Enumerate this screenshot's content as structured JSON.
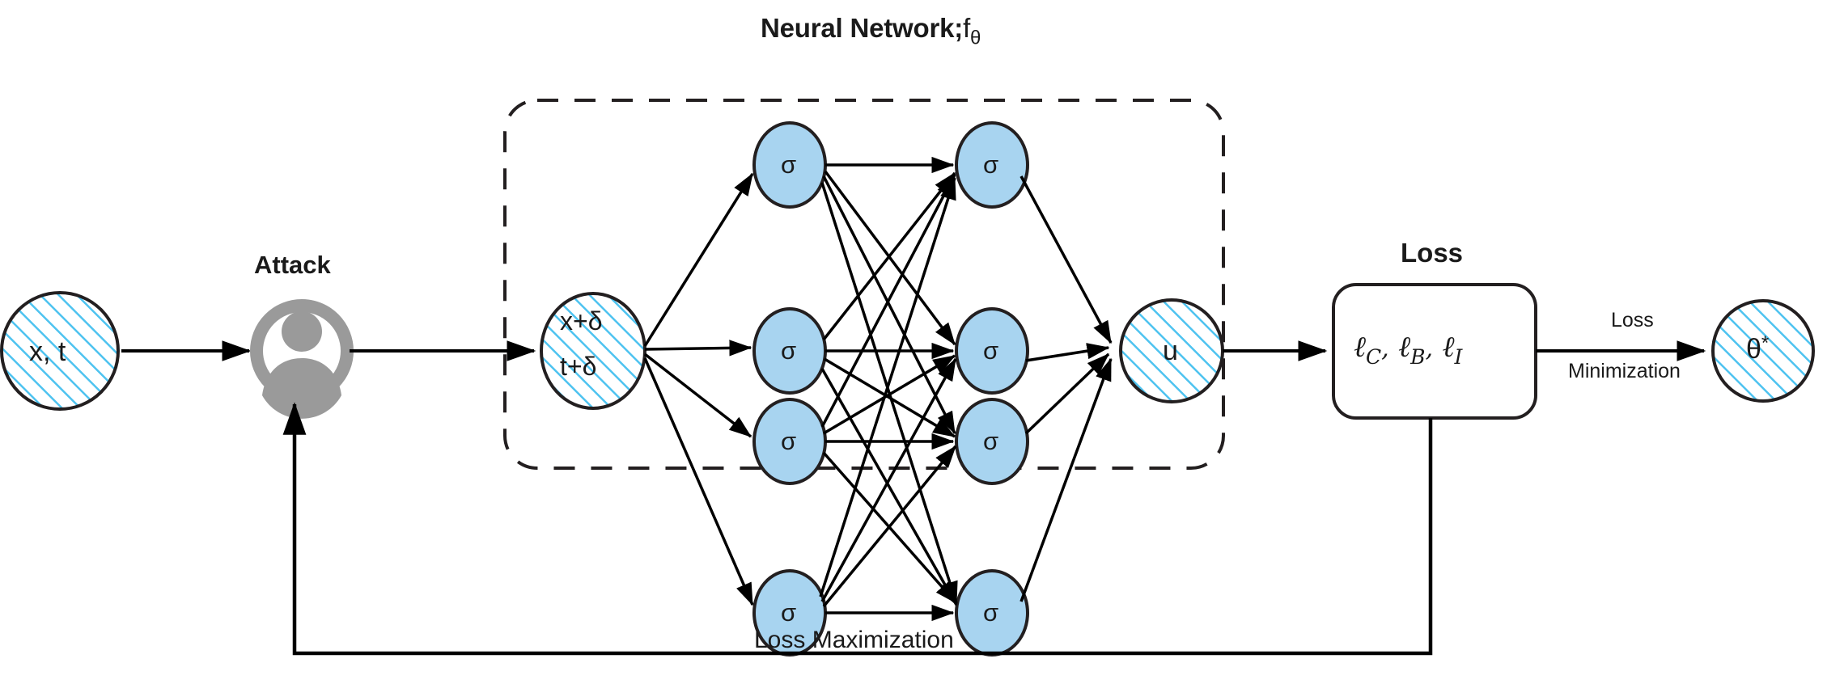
{
  "diagram": {
    "title_main": "Neural Network;",
    "title_fn": "f",
    "title_fn_sub": "θ",
    "attack_label": "Attack",
    "loss_label": "Loss",
    "loss_minimization_line1": "Loss",
    "loss_minimization_line2": "Minimization",
    "loss_maximization": "Loss Maximization"
  },
  "nodes": {
    "input": {
      "text": "x, t",
      "name": "input-node"
    },
    "attack": {
      "name": "attack-icon-node"
    },
    "perturbed": {
      "line1": "x+δ",
      "line2": "t+δ",
      "name": "perturbed-input-node"
    },
    "output": {
      "text": "u",
      "name": "output-node"
    },
    "theta": {
      "base": "θ",
      "star": "*",
      "name": "optimal-theta-node"
    }
  },
  "hidden_layers": {
    "activation_symbol": "σ",
    "layer1_count": 4,
    "layer2_count": 4,
    "layer1": [
      {
        "label": "σ"
      },
      {
        "label": "σ"
      },
      {
        "label": "σ"
      },
      {
        "label": "σ"
      }
    ],
    "layer2": [
      {
        "label": "σ"
      },
      {
        "label": "σ"
      },
      {
        "label": "σ"
      },
      {
        "label": "σ"
      }
    ]
  },
  "loss_box": {
    "terms": [
      {
        "symbol": "ℓ",
        "subscript": "C"
      },
      {
        "symbol": "ℓ",
        "subscript": "B"
      },
      {
        "symbol": "ℓ",
        "subscript": "I"
      }
    ],
    "separator": ","
  },
  "colors": {
    "node_blue": "#a8d4f0",
    "hatch_blue": "#4ec3f0",
    "stroke": "#231f20",
    "attack_gray": "#9a9a9a",
    "background": "#ffffff"
  }
}
